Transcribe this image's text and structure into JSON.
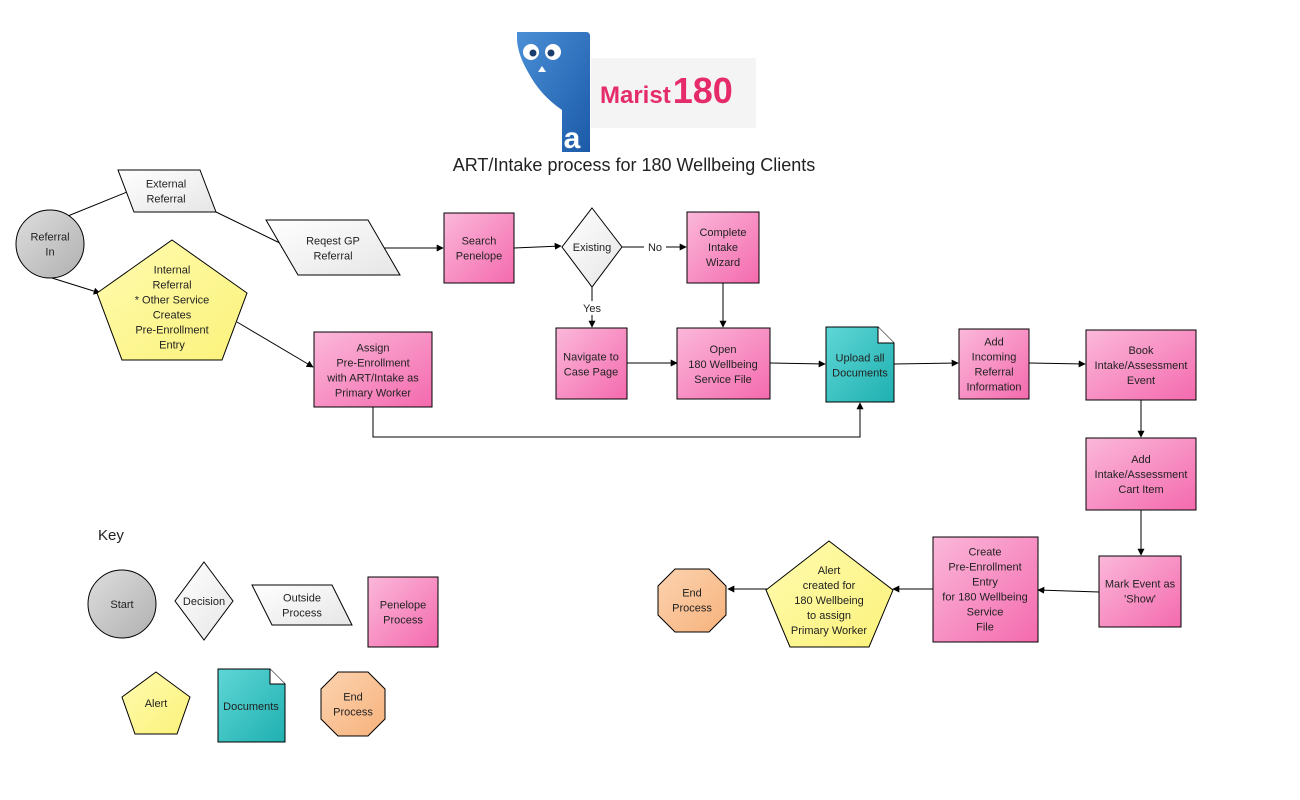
{
  "title": "ART/Intake process for 180 Wellbeing Clients",
  "logo": {
    "brand": "Marist",
    "brand_number": "180",
    "mark_letter": "a"
  },
  "colors": {
    "penelope": "#f77fbd",
    "outside": "#f2f2f2",
    "start": "#c4c4c4",
    "alert": "#fdf68a",
    "documents": "#36c2c2",
    "end": "#f9bf8f",
    "decision": "#f2f2f2",
    "brand": "#e52b6a"
  },
  "nodes": {
    "referral_in": [
      "Referral",
      "In"
    ],
    "external_referral": [
      "External",
      "Referral"
    ],
    "internal_referral": [
      "Internal",
      "Referral",
      "* Other Service",
      "Creates",
      "Pre-Enrollment",
      "Entry"
    ],
    "request_gp": [
      "Reqest GP",
      "Referral"
    ],
    "search_penelope": [
      "Search",
      "Penelope"
    ],
    "existing": [
      "Existing"
    ],
    "complete_intake": [
      "Complete",
      "Intake",
      "Wizard"
    ],
    "assign_pre_enrollment": [
      "Assign",
      "Pre-Enrollment",
      "with ART/Intake as",
      "Primary Worker"
    ],
    "navigate_case": [
      "Navigate to",
      "Case Page"
    ],
    "open_service_file": [
      "Open",
      "180 Wellbeing",
      "Service File"
    ],
    "upload_documents": [
      "Upload all",
      "Documents"
    ],
    "add_incoming": [
      "Add",
      "Incoming",
      "Referral",
      "Information"
    ],
    "book_event": [
      "Book",
      "Intake/Assessment",
      "Event"
    ],
    "add_cart_item": [
      "Add",
      "Intake/Assessment",
      "Cart Item"
    ],
    "mark_show": [
      "Mark Event as",
      "'Show'"
    ],
    "create_pre_enrollment": [
      "Create",
      "Pre-Enrollment",
      "Entry",
      "for 180 Wellbeing",
      "Service",
      "File"
    ],
    "alert_created": [
      "Alert",
      "created for",
      "180 Wellbeing",
      "to assign",
      "Primary Worker"
    ],
    "end_process": [
      "End",
      "Process"
    ]
  },
  "edge_labels": {
    "no": "No",
    "yes": "Yes"
  },
  "key": {
    "heading": "Key",
    "start": [
      "Start"
    ],
    "decision": [
      "Decision"
    ],
    "outside": [
      "Outside",
      "Process"
    ],
    "penelope": [
      "Penelope",
      "Process"
    ],
    "alert": [
      "Alert"
    ],
    "documents": [
      "Documents"
    ],
    "end": [
      "End",
      "Process"
    ]
  }
}
